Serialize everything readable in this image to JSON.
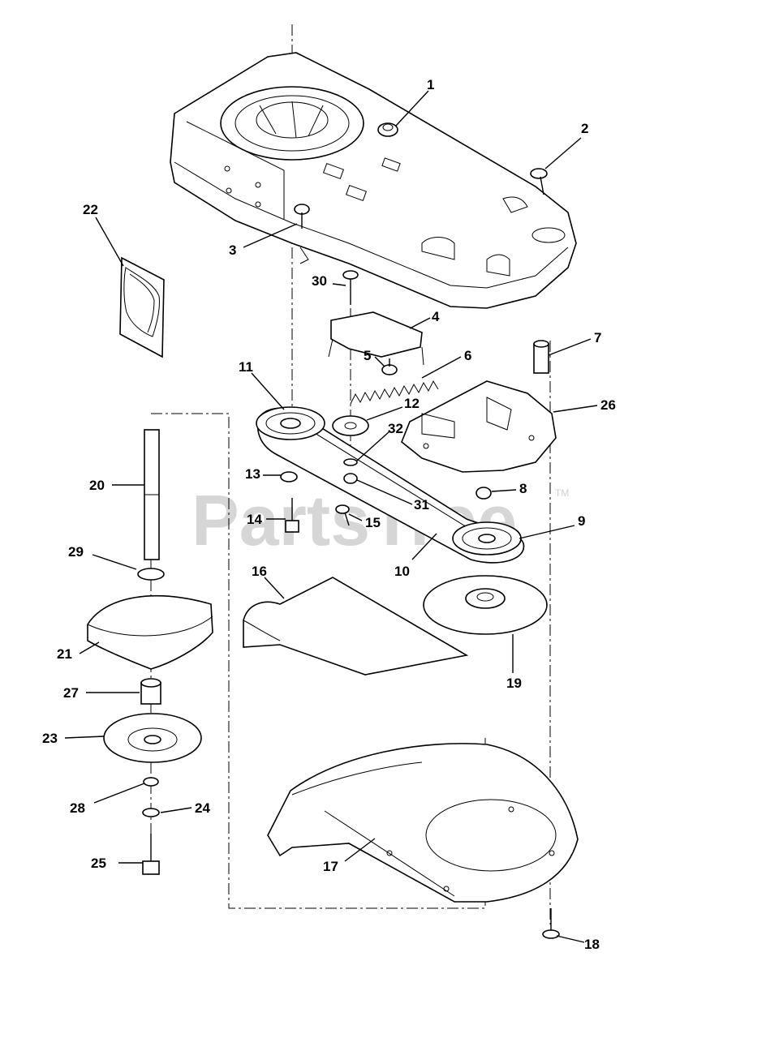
{
  "watermark": {
    "text": "PartsTree",
    "trademark": "TM"
  },
  "callouts": [
    {
      "id": "1",
      "label": "1"
    },
    {
      "id": "2",
      "label": "2"
    },
    {
      "id": "3",
      "label": "3"
    },
    {
      "id": "4",
      "label": "4"
    },
    {
      "id": "5",
      "label": "5"
    },
    {
      "id": "6",
      "label": "6"
    },
    {
      "id": "7",
      "label": "7"
    },
    {
      "id": "8",
      "label": "8"
    },
    {
      "id": "9",
      "label": "9"
    },
    {
      "id": "10",
      "label": "10"
    },
    {
      "id": "11",
      "label": "11"
    },
    {
      "id": "12",
      "label": "12"
    },
    {
      "id": "13",
      "label": "13"
    },
    {
      "id": "14",
      "label": "14"
    },
    {
      "id": "15",
      "label": "15"
    },
    {
      "id": "16",
      "label": "16"
    },
    {
      "id": "17",
      "label": "17"
    },
    {
      "id": "18",
      "label": "18"
    },
    {
      "id": "19",
      "label": "19"
    },
    {
      "id": "20",
      "label": "20"
    },
    {
      "id": "21",
      "label": "21"
    },
    {
      "id": "22",
      "label": "22"
    },
    {
      "id": "23",
      "label": "23"
    },
    {
      "id": "24",
      "label": "24"
    },
    {
      "id": "25",
      "label": "25"
    },
    {
      "id": "26",
      "label": "26"
    },
    {
      "id": "27",
      "label": "27"
    },
    {
      "id": "28",
      "label": "28"
    },
    {
      "id": "29",
      "label": "29"
    },
    {
      "id": "30",
      "label": "30"
    },
    {
      "id": "31",
      "label": "31"
    },
    {
      "id": "32",
      "label": "32"
    }
  ]
}
